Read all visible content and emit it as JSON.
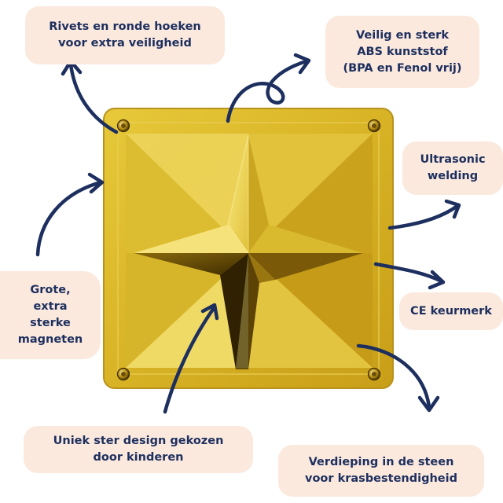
{
  "callouts": {
    "rivets": [
      "Rivets en ronde hoeken",
      "voor extra veiligheid"
    ],
    "abs": [
      "Veilig en sterk",
      "ABS kunststof",
      "(BPA en Fenol vrij)"
    ],
    "ultrasonic": [
      "Ultrasonic",
      "welding"
    ],
    "ce": [
      "CE keurmerk"
    ],
    "magnets": [
      "Grote,",
      "extra",
      "sterke",
      "magneten"
    ],
    "star": [
      "Uniek ster design gekozen",
      "door kinderen"
    ],
    "deep": [
      "Verdieping in de steen",
      "voor krasbestendigheid"
    ]
  },
  "colors": {
    "callout_bg": "#fbe9de",
    "callout_text": "#1d2f5e",
    "arrow": "#1d2f5e",
    "gold_light": "#f4e06a",
    "gold_mid": "#d4b021",
    "gold_dark": "#6b4f06"
  }
}
